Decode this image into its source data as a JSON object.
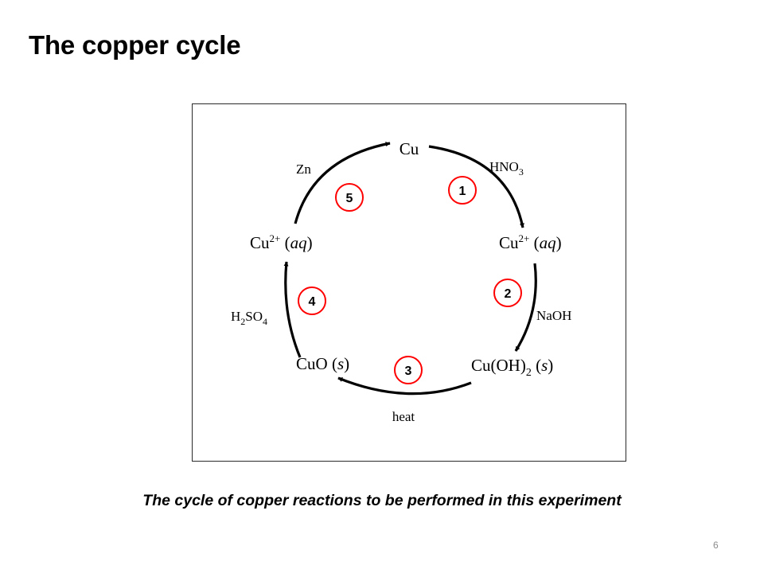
{
  "slide": {
    "title": "The copper cycle",
    "caption": "The cycle of copper reactions to be performed in this experiment",
    "page_number": "6"
  },
  "diagram": {
    "species": {
      "cu": "Cu",
      "cu2_right": {
        "base": "Cu",
        "sup": "2+",
        "state": "aq"
      },
      "cuoh2": {
        "base": "Cu(OH)",
        "sub": "2",
        "state": "s"
      },
      "cuo": {
        "base": "CuO",
        "state": "s"
      },
      "cu2_left": {
        "base": "Cu",
        "sup": "2+",
        "state": "aq"
      }
    },
    "reagents": {
      "hno3": {
        "base": "HNO",
        "sub": "3"
      },
      "naoh": "NaOH",
      "heat": "heat",
      "h2so4": {
        "h": "H",
        "sub1": "2",
        "so": "SO",
        "sub2": "4"
      },
      "zn": "Zn"
    },
    "step_markers": [
      "1",
      "2",
      "3",
      "4",
      "5"
    ],
    "colors": {
      "marker_ring": "#ff0000",
      "arrow": "#000000"
    }
  }
}
